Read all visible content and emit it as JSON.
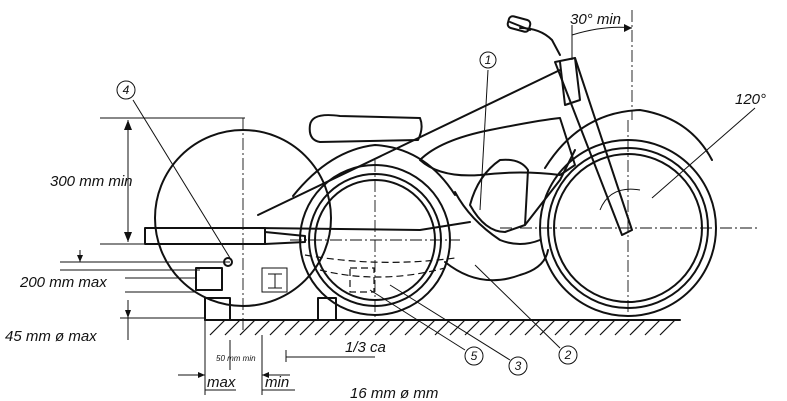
{
  "labels": {
    "angle_top": "30° min",
    "angle_front": "120°",
    "height_min": "300 mm min",
    "height_max": "200 mm max",
    "diameter_max": "45 mm ø max",
    "spacing_min": "50 mm min",
    "ratio": "1/3 ca",
    "clear_max": "max",
    "clear_min": "min",
    "diameter_mm": "16 mm ø mm"
  },
  "callouts": [
    "1",
    "2",
    "3",
    "4",
    "5"
  ]
}
